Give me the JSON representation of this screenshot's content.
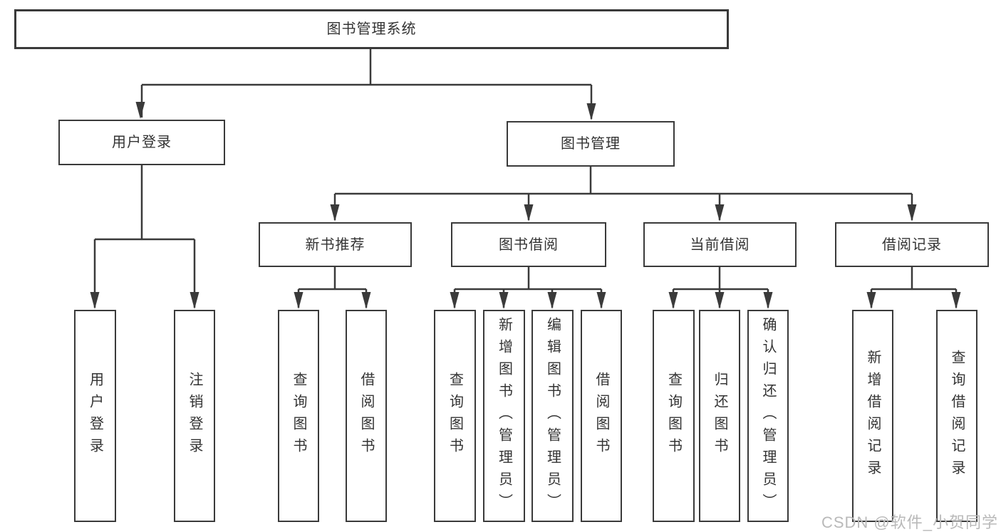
{
  "tree": {
    "root": {
      "label": "图书管理系统"
    },
    "branches": [
      {
        "label": "用户登录",
        "children": [
          {
            "label": "用户登录"
          },
          {
            "label": "注销登录"
          }
        ]
      },
      {
        "label": "图书管理",
        "children": [
          {
            "label": "新书推荐",
            "children": [
              {
                "label": "查询图书"
              },
              {
                "label": "借阅图书"
              }
            ]
          },
          {
            "label": "图书借阅",
            "children": [
              {
                "label": "查询图书"
              },
              {
                "label": "新增图书（管理员）"
              },
              {
                "label": "编辑图书（管理员）"
              },
              {
                "label": "借阅图书"
              }
            ]
          },
          {
            "label": "当前借阅",
            "children": [
              {
                "label": "查询图书"
              },
              {
                "label": "归还图书"
              },
              {
                "label": "确认归还（管理员）"
              }
            ]
          },
          {
            "label": "借阅记录",
            "children": [
              {
                "label": "新增借阅记录"
              },
              {
                "label": "查询借阅记录"
              }
            ]
          }
        ]
      }
    ]
  },
  "watermark": {
    "text": "CSDN @软件_小贺同学",
    "color": "#b9b9b9"
  },
  "colors": {
    "line": "#3a3a3a",
    "text": "#333333",
    "background": "#ffffff"
  }
}
